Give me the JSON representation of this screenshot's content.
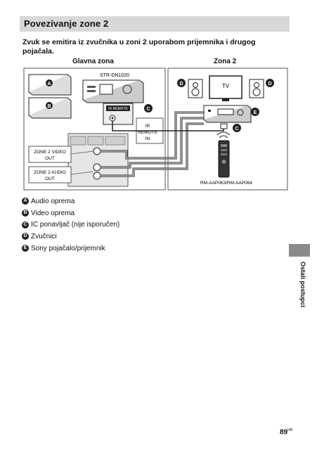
{
  "section_title": "Povezivanje zone 2",
  "intro_text": "Zvuk se emitira iz zvučnika u zoni 2 uporabom prijemnika i drugog pojačala.",
  "diagram": {
    "main_zone_label": "Glavna zona",
    "zone2_label": "Zona 2",
    "receiver_model": "STR-DN1020",
    "ir_remote_panel_label": "IR REMOTE",
    "ir_remote_in_label": [
      "IR",
      "REMOTE",
      "IN"
    ],
    "zone2_video_out_label": [
      "ZONE 2 VIDEO",
      "OUT"
    ],
    "zone2_audio_out_label": [
      "ZONE 2 AUDIO",
      "OUT"
    ],
    "tv_label": "TV",
    "remote_model": "RM-AAP063/RM-AAP064",
    "badges": {
      "a": "A",
      "b": "B",
      "c": "C",
      "d": "D",
      "e": "E"
    }
  },
  "legend": [
    {
      "badge": "A",
      "text": "Audio oprema"
    },
    {
      "badge": "B",
      "text": "Video oprema"
    },
    {
      "badge": "C",
      "text": "IC ponavljač (nije isporučen)"
    },
    {
      "badge": "D",
      "text": "Zvučnici"
    },
    {
      "badge": "E",
      "text": "Sony pojačalo/prijemnik"
    }
  ],
  "side_tab_text": "Ostali postupci",
  "page_number": "89",
  "page_suffix": "HR"
}
